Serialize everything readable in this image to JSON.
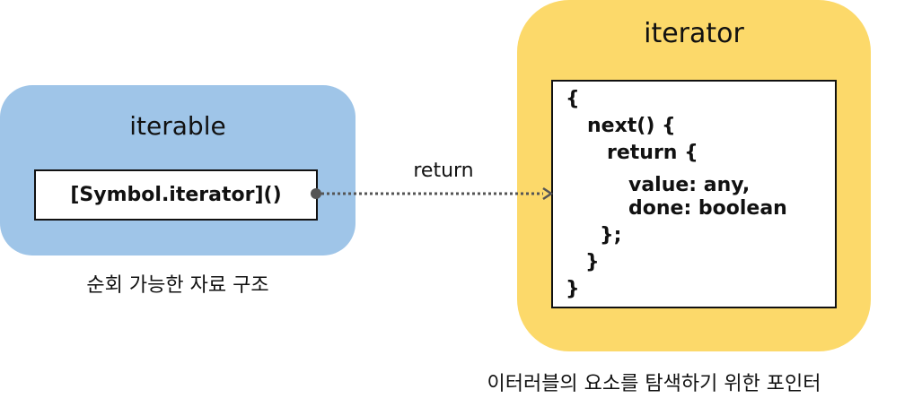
{
  "iterable": {
    "title": "iterable",
    "method": "[Symbol.iterator]()",
    "caption": "순회 가능한 자료 구조"
  },
  "connector": {
    "label": "return"
  },
  "iterator": {
    "title": "iterator",
    "code_lines": [
      "{",
      "next() {",
      "return {",
      "value: any,",
      "done: boolean",
      "};",
      "}",
      "}"
    ],
    "caption": "이터러블의 요소를 탐색하기 위한 포인터"
  },
  "colors": {
    "iterable_panel": "#9fc5e8",
    "iterator_panel": "#fcd96a",
    "connector": "#555555"
  }
}
